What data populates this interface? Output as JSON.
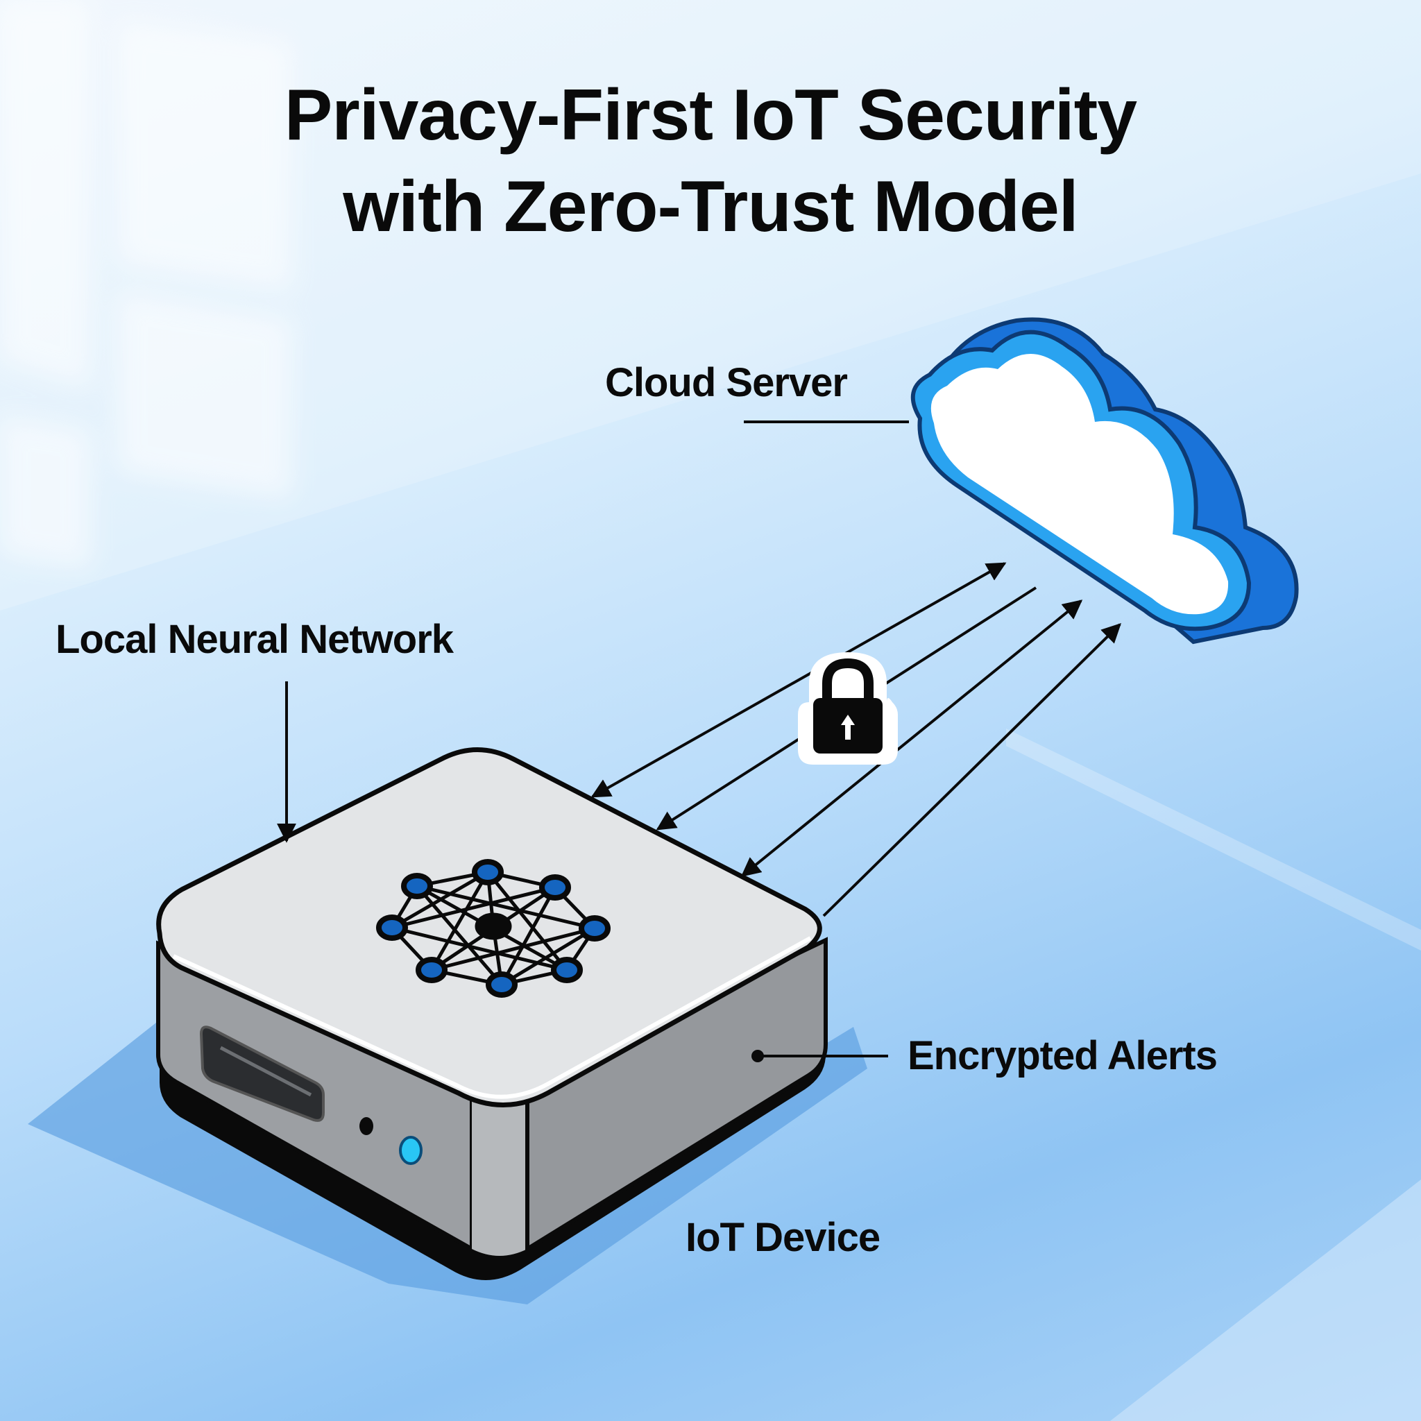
{
  "title": {
    "line1": "Privacy-First IoT Security",
    "line2": "with Zero-Trust Model"
  },
  "labels": {
    "cloud_server": "Cloud Server",
    "local_neural_network": "Local Neural Network",
    "encrypted_alerts": "Encrypted Alerts",
    "iot_device": "IoT Device"
  },
  "icons": {
    "cloud": "cloud-icon",
    "lock": "padlock-icon",
    "neural_network": "neural-network-icon",
    "device": "iot-hub-device"
  },
  "connections": [
    {
      "from": "cloud",
      "to": "device",
      "direction": "to-device"
    },
    {
      "from": "cloud",
      "to": "device",
      "direction": "to-device"
    },
    {
      "from": "device",
      "to": "cloud",
      "direction": "to-device-and-cloud"
    },
    {
      "from": "device",
      "to": "cloud",
      "direction": "to-cloud"
    }
  ],
  "colors": {
    "cloud_blue": "#1a73d9",
    "cloud_rim": "#2aa3f0",
    "node_blue": "#1565c0",
    "led_cyan": "#29c6f5",
    "device_top": "#e4e6e8",
    "device_side": "#a3a6aa",
    "text": "#0a0a0a"
  }
}
